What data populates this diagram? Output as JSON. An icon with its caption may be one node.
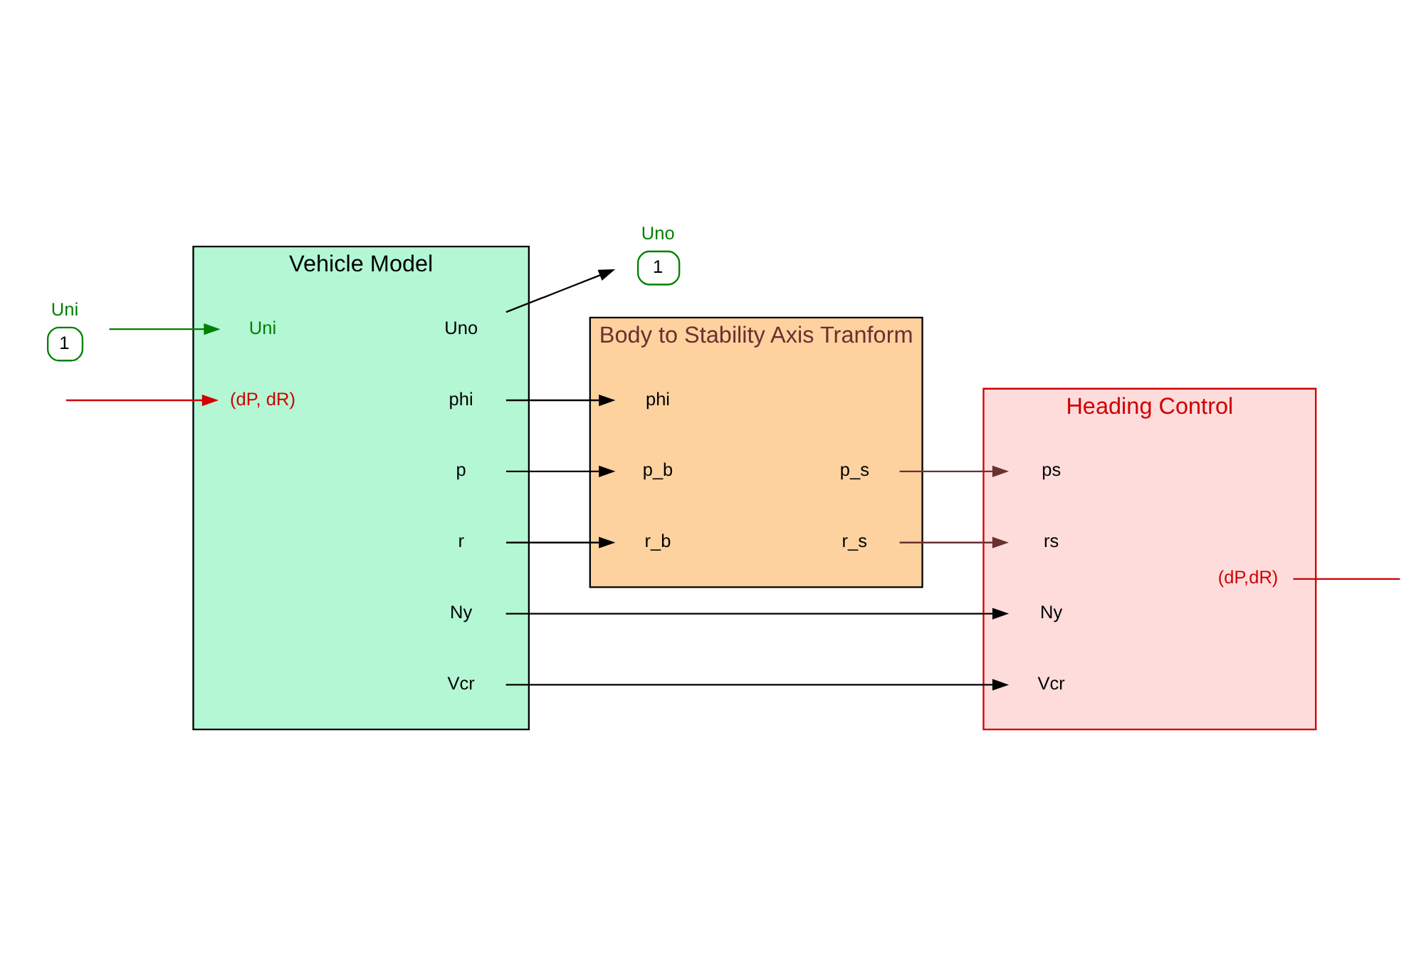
{
  "diagram": {
    "nodes": [
      {
        "text": [
          "Uni",
          "1"
        ]
      },
      {
        "text": [
          "Uno",
          "1"
        ]
      },
      {
        "text": [
          "Vehicle Model"
        ]
      },
      {
        "text": [
          "Uni"
        ],
        "in": 2
      },
      {
        "text": [
          "(dP, dR)"
        ],
        "in": 2
      },
      {
        "text": [
          "Uno"
        ],
        "in": 2
      },
      {
        "text": [
          "phi"
        ],
        "in": 2
      },
      {
        "text": [
          "p"
        ],
        "in": 2
      },
      {
        "text": [
          "r"
        ],
        "in": 2
      },
      {
        "text": [
          "Ny"
        ],
        "in": 2
      },
      {
        "text": [
          "Vcr"
        ],
        "in": 2
      },
      {
        "text": [
          "Body to Stability Axis Tranform"
        ]
      },
      {
        "text": [
          "phi"
        ],
        "in": 11
      },
      {
        "text": [
          "p_b"
        ],
        "in": 11
      },
      {
        "text": [
          "r_b"
        ],
        "in": 11
      },
      {
        "text": [
          "p_s"
        ],
        "in": 11
      },
      {
        "text": [
          "r_s"
        ],
        "in": 11
      },
      {
        "text": [
          "Heading Control"
        ]
      },
      {
        "text": [
          "ps"
        ],
        "in": 17
      },
      {
        "text": [
          "rs"
        ],
        "in": 17
      },
      {
        "text": [
          "Ny"
        ],
        "in": 17
      },
      {
        "text": [
          "Vcr"
        ],
        "in": 17
      },
      {
        "text": [
          "(dP,dR)"
        ],
        "in": 17
      }
    ],
    "edges": [
      {
        "from": 0,
        "to": 3,
        "arrow": "to",
        "color": "#008000"
      },
      {
        "from": 5,
        "to": 1,
        "arrow": "to"
      },
      {
        "from": 6,
        "to": 12,
        "arrow": "to"
      },
      {
        "from": 7,
        "to": 13,
        "arrow": "to"
      },
      {
        "from": 8,
        "to": 14,
        "arrow": "to"
      },
      {
        "from": 15,
        "to": 18,
        "arrow": "to",
        "color": "#6b3030"
      },
      {
        "from": 16,
        "to": 19,
        "arrow": "to",
        "color": "#6b3030"
      },
      {
        "from": 9,
        "to": 20,
        "arrow": "to"
      },
      {
        "from": 10,
        "to": 21,
        "arrow": "to"
      },
      {
        "from": null,
        "to": 4,
        "arrow": "to",
        "color": "#d00000"
      },
      {
        "from": 22,
        "to": null,
        "arrow": "none",
        "color": "#d00000"
      }
    ]
  }
}
